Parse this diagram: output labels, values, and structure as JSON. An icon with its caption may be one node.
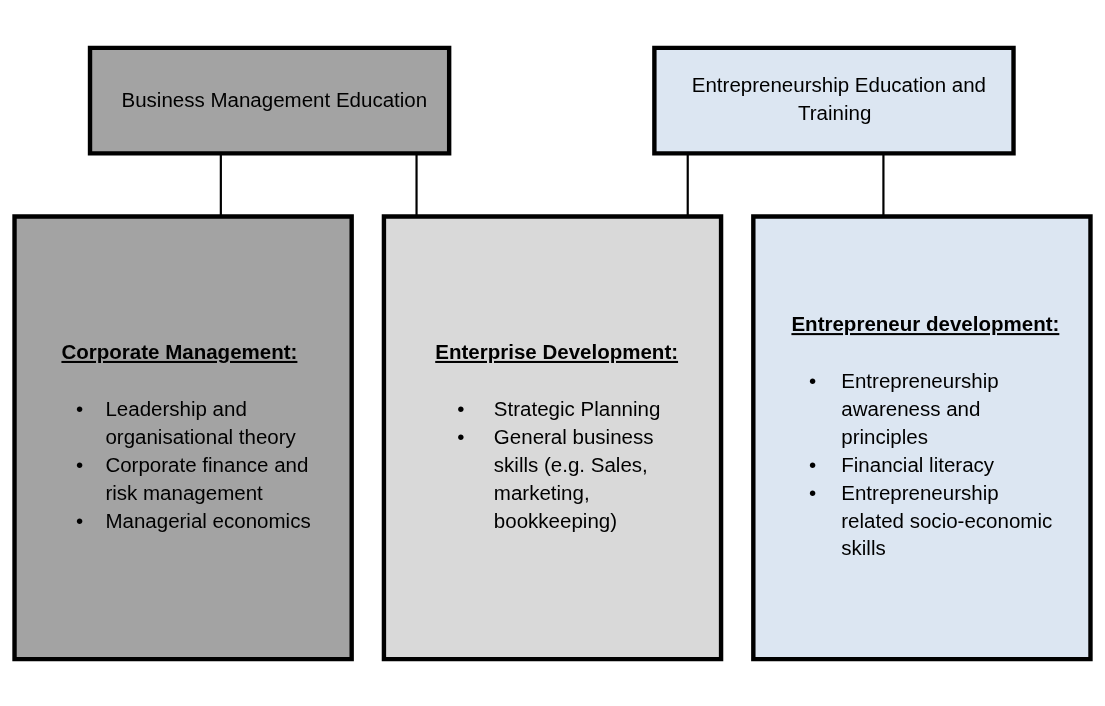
{
  "diagram": {
    "nodes": [
      {
        "text": [
          "Business Management Education"
        ]
      },
      {
        "text": [
          "Entrepreneurship Education and Training"
        ]
      },
      {
        "text": [
          "Corporate Management:",
          "• Leadership and organisational theory",
          "• Corporate finance and risk management",
          "• Managerial economics"
        ]
      },
      {
        "text": [
          "Enterprise Development:",
          "• Strategic Planning",
          "• General business skills (e.g. Sales, marketing, bookkeeping)"
        ]
      },
      {
        "text": [
          "Entrepreneur development:",
          "• Entrepreneurship awareness and principles",
          "• Financial literacy",
          "• Entrepreneurship related socio-economic skills"
        ]
      }
    ],
    "edges": [
      {
        "from": 0,
        "to": 2,
        "arrow": "none"
      },
      {
        "from": 0,
        "to": 3,
        "arrow": "none"
      },
      {
        "from": 1,
        "to": 3,
        "arrow": "none"
      },
      {
        "from": 1,
        "to": 4,
        "arrow": "none"
      }
    ]
  }
}
